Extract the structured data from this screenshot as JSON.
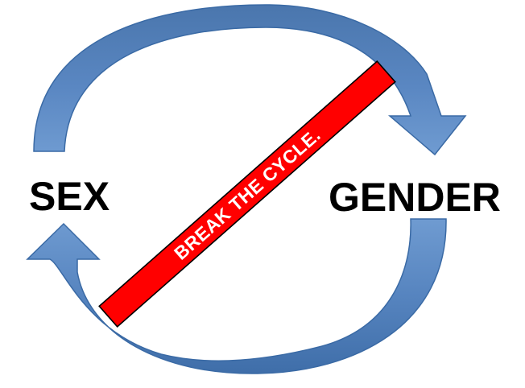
{
  "nodes": {
    "left_label": "SEX",
    "right_label": "GENDER"
  },
  "banner": {
    "text": "BREAK THE CYCLE."
  },
  "colors": {
    "arrow_fill": "#4f81bd",
    "arrow_shade": "#3a6aa5",
    "arrow_highlight": "#6f9bd1",
    "banner_fill": "#ff0000",
    "banner_stroke": "#000000",
    "banner_text": "#ffffff",
    "label_text": "#000000"
  }
}
